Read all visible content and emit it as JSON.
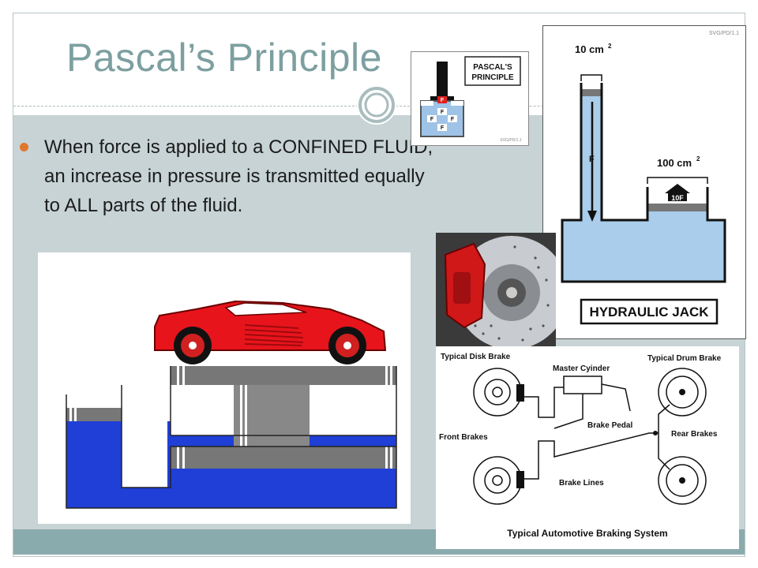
{
  "slide": {
    "title": "Pascal’s Principle",
    "bullets": [
      "When force is applied to a CONFINED FLUID, an increase in pressure is transmitted equally to ALL parts of the fluid."
    ]
  },
  "pascal_diagram": {
    "label_line1": "PASCAL'S",
    "label_line2": "PRINCIPLE",
    "force_symbol": "F",
    "credit": "SVG/PD/1.1"
  },
  "hydraulic_jack": {
    "credit": "SVG/PD/1.1",
    "small_area": "10 cm",
    "large_area": "100 cm",
    "exponent": "2",
    "force_label": "F",
    "output_label": "10F",
    "caption": "HYDRAULIC JACK"
  },
  "brake_system": {
    "disk_brake": "Typical Disk Brake",
    "master_cylinder": "Master Cyinder",
    "drum_brake": "Typical Drum Brake",
    "front_brakes": "Front Brakes",
    "brake_pedal": "Brake Pedal",
    "rear_brakes": "Rear Brakes",
    "brake_lines": "Brake Lines",
    "caption": "Typical Automotive Braking System"
  },
  "colors": {
    "title": "#7d9fa0",
    "bullet": "#e1772b",
    "content_band": "#c7d3d5",
    "footer_band": "#8aabad",
    "car": "#e8141c",
    "fluid": "#1f3fd6"
  },
  "icons": [
    "ring-icon",
    "bullet-dot-icon"
  ]
}
